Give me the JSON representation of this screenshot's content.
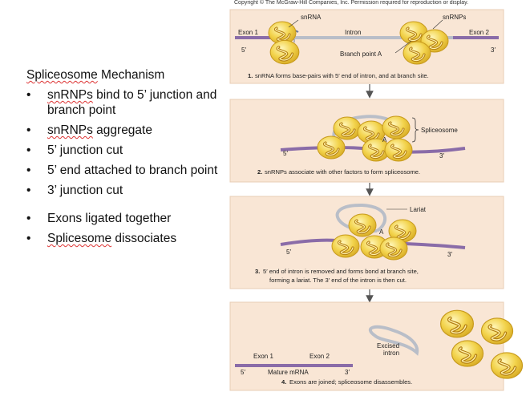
{
  "copyright": "Copyright © The McGraw-Hill Companies, Inc. Permission required for reproduction or display.",
  "left": {
    "heading_word": "Spliceosome",
    "heading_rest": " Mechanism",
    "bullets": [
      {
        "pre": "",
        "underlined": "snRNPs",
        "post": " bind to 5’ junction and branch point"
      },
      {
        "pre": "",
        "underlined": "snRNPs",
        "post": " aggregate"
      },
      {
        "pre": "5’ junction cut",
        "underlined": "",
        "post": ""
      },
      {
        "pre": "5’ end attached to branch point",
        "underlined": "",
        "post": ""
      },
      {
        "pre": "3’ junction cut",
        "underlined": "",
        "post": ""
      },
      {
        "pre": "Exons ligated together",
        "underlined": "",
        "post": ""
      },
      {
        "pre": "",
        "underlined": "Splicesome",
        "post": " dissociates"
      }
    ]
  },
  "panel1": {
    "exon1": "Exon 1",
    "intron": "Intron",
    "exon2": "Exon 2",
    "snrna": "snRNA",
    "snrnps": "snRNPs",
    "branch": "Branch point A",
    "five": "5′",
    "three": "3′",
    "a": "A",
    "caption_num": "1.",
    "caption": "snRNA forms base-pairs with 5′ end of intron, and at branch site."
  },
  "panel2": {
    "spliceosome": "Spliceosome",
    "five": "5′",
    "three": "3′",
    "a": "A",
    "caption_num": "2.",
    "caption": "snRNPs associate with other factors to form spliceosome."
  },
  "panel3": {
    "lariat": "Lariat",
    "five": "5′",
    "three": "3′",
    "a": "A",
    "caption_num": "3.",
    "caption1": "5′ end of intron is removed and forms bond at branch site,",
    "caption2": "forming a lariat. The 3′ end of the intron is then cut."
  },
  "panel4": {
    "excised1": "Excised",
    "excised2": "intron",
    "exon1": "Exon 1",
    "exon2": "Exon 2",
    "mature": "Mature mRNA",
    "five": "5′",
    "three": "3′",
    "caption_num": "4.",
    "caption": "Exons are joined; spliceosome disassembles."
  },
  "colors": {
    "panel_bg": "#f9e6d5",
    "panel_border": "#e8cdb5",
    "exon": "#8a6ca8",
    "intron": "#b9bec8",
    "snrnp_fill": "#f2d24a",
    "snrnp_edge": "#c79a1c"
  }
}
